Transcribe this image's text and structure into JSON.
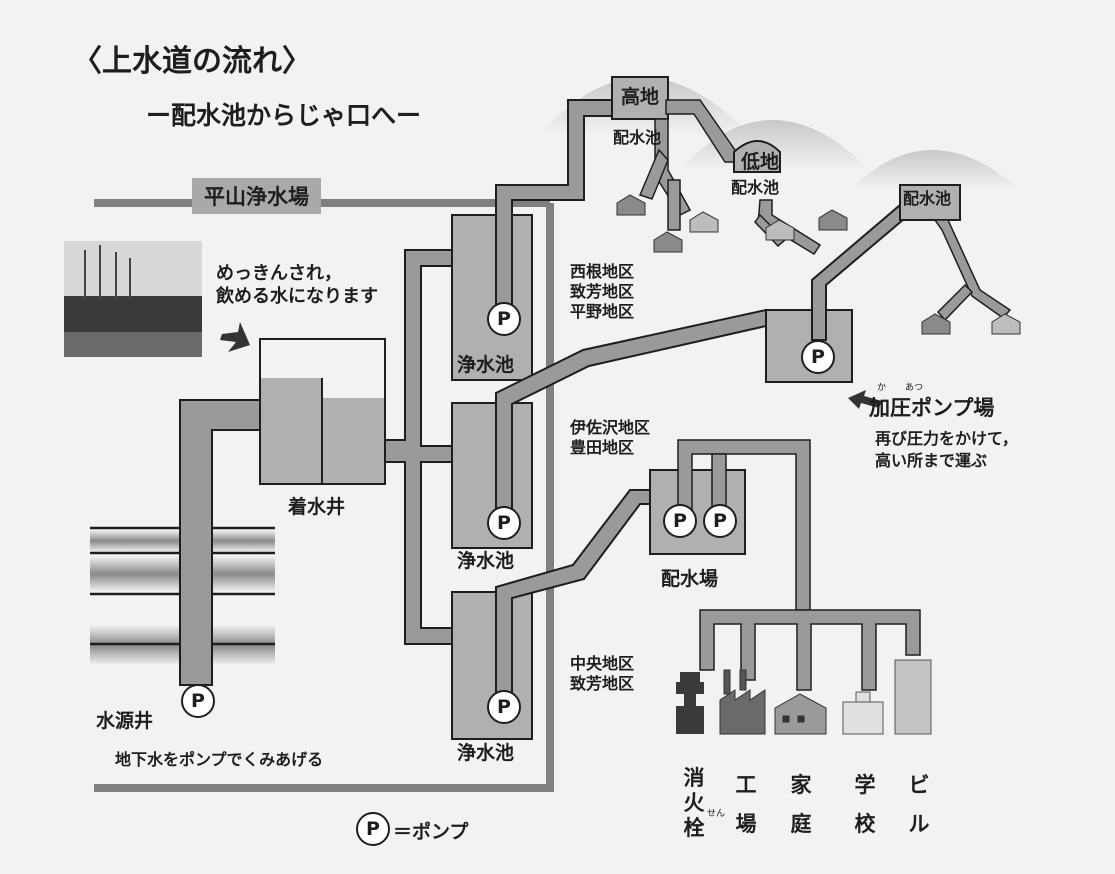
{
  "title": "〈上水道の流れ〉",
  "subtitle": "ー配水池からじゃ口へー",
  "plant_name": "平山浄水場",
  "photo_caption": "めっきんされ，\n飲める水になります",
  "pump_symbol": "P",
  "labels": {
    "high_reservoir_top": "高地",
    "high_reservoir_bottom": "配水池",
    "low_reservoir_top": "低地",
    "low_reservoir_bottom": "配水池",
    "right_reservoir": "配水池",
    "purification_pond_1": "浄水池",
    "purification_pond_2": "浄水池",
    "purification_pond_3": "浄水池",
    "receiving_well": "着水井",
    "source_well": "水源井",
    "groundwater": "地下水をポンプでくみあげる",
    "district_group_1": "西根地区\n致芳地区\n平野地区",
    "district_group_2": "伊佐沢地区\n豊田地区",
    "district_group_3": "中央地区\n致芳地区",
    "booster_title": "加圧ポンプ場",
    "booster_ruby_1": "か",
    "booster_ruby_2": "あつ",
    "booster_desc": "再び圧力をかけて，\n高い所まで運ぶ",
    "distribution_station": "配水場",
    "legend": "＝ポンプ"
  },
  "destinations": [
    {
      "label": "消火栓",
      "ruby": "せん"
    },
    {
      "label": "工場"
    },
    {
      "label": "家庭"
    },
    {
      "label": "学校"
    },
    {
      "label": "ビル"
    }
  ],
  "colors": {
    "pipe": "#9a9a9a",
    "pond": "#b0b0b0",
    "stroke": "#1e1e1e",
    "hill": "#d6d6d6",
    "ground_band": "#8f8f8f",
    "plant_border": "#808080",
    "background": "#f2f2f2"
  }
}
